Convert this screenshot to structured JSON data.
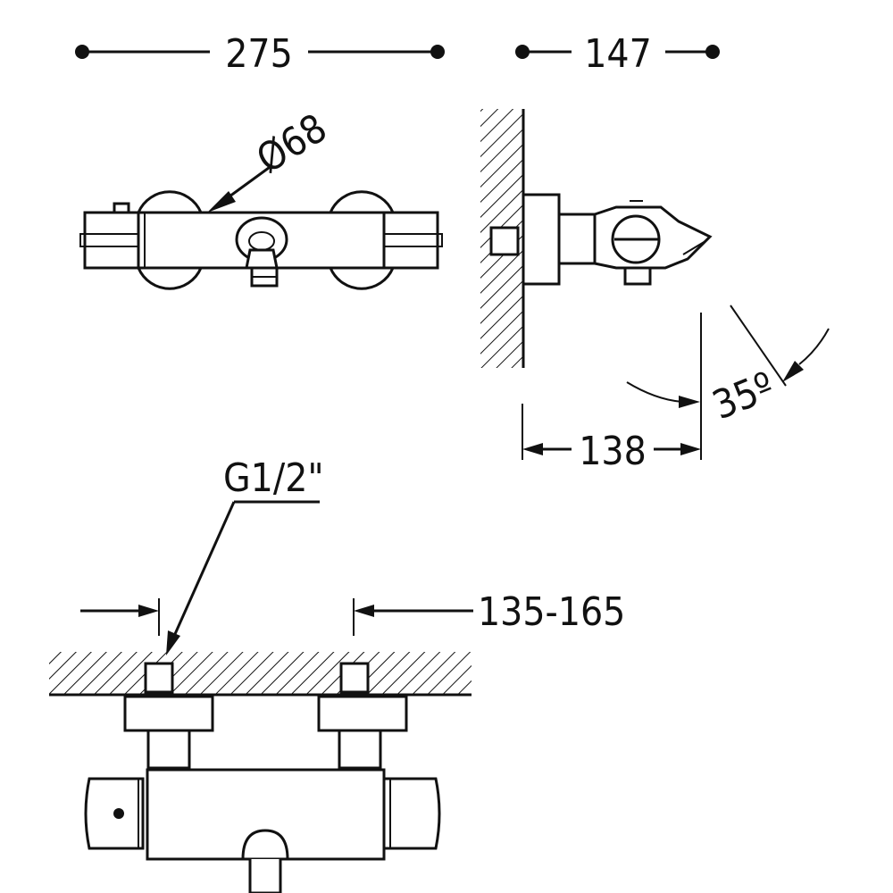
{
  "dimensions": {
    "width_total": "275",
    "depth_total": "147",
    "diameter": "Ø68",
    "projection": "138",
    "angle": "35º",
    "inlet_thread": "G1/2\"",
    "inlet_spacing": "135-165"
  }
}
